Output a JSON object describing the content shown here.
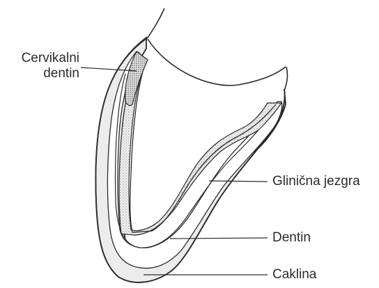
{
  "labels": {
    "cervikalni_line1": "Cervikalni",
    "cervikalni_line2": "dentin",
    "glinicna_jezgra": "Glinična jezgra",
    "dentin": "Dentin",
    "caklina": "Caklina"
  },
  "colors": {
    "line": "#2b2b2b",
    "enamel_fill": "#ececec",
    "core_fill": "#c9c9c9",
    "dentin_fill": "#ffffff",
    "background": "#ffffff"
  }
}
